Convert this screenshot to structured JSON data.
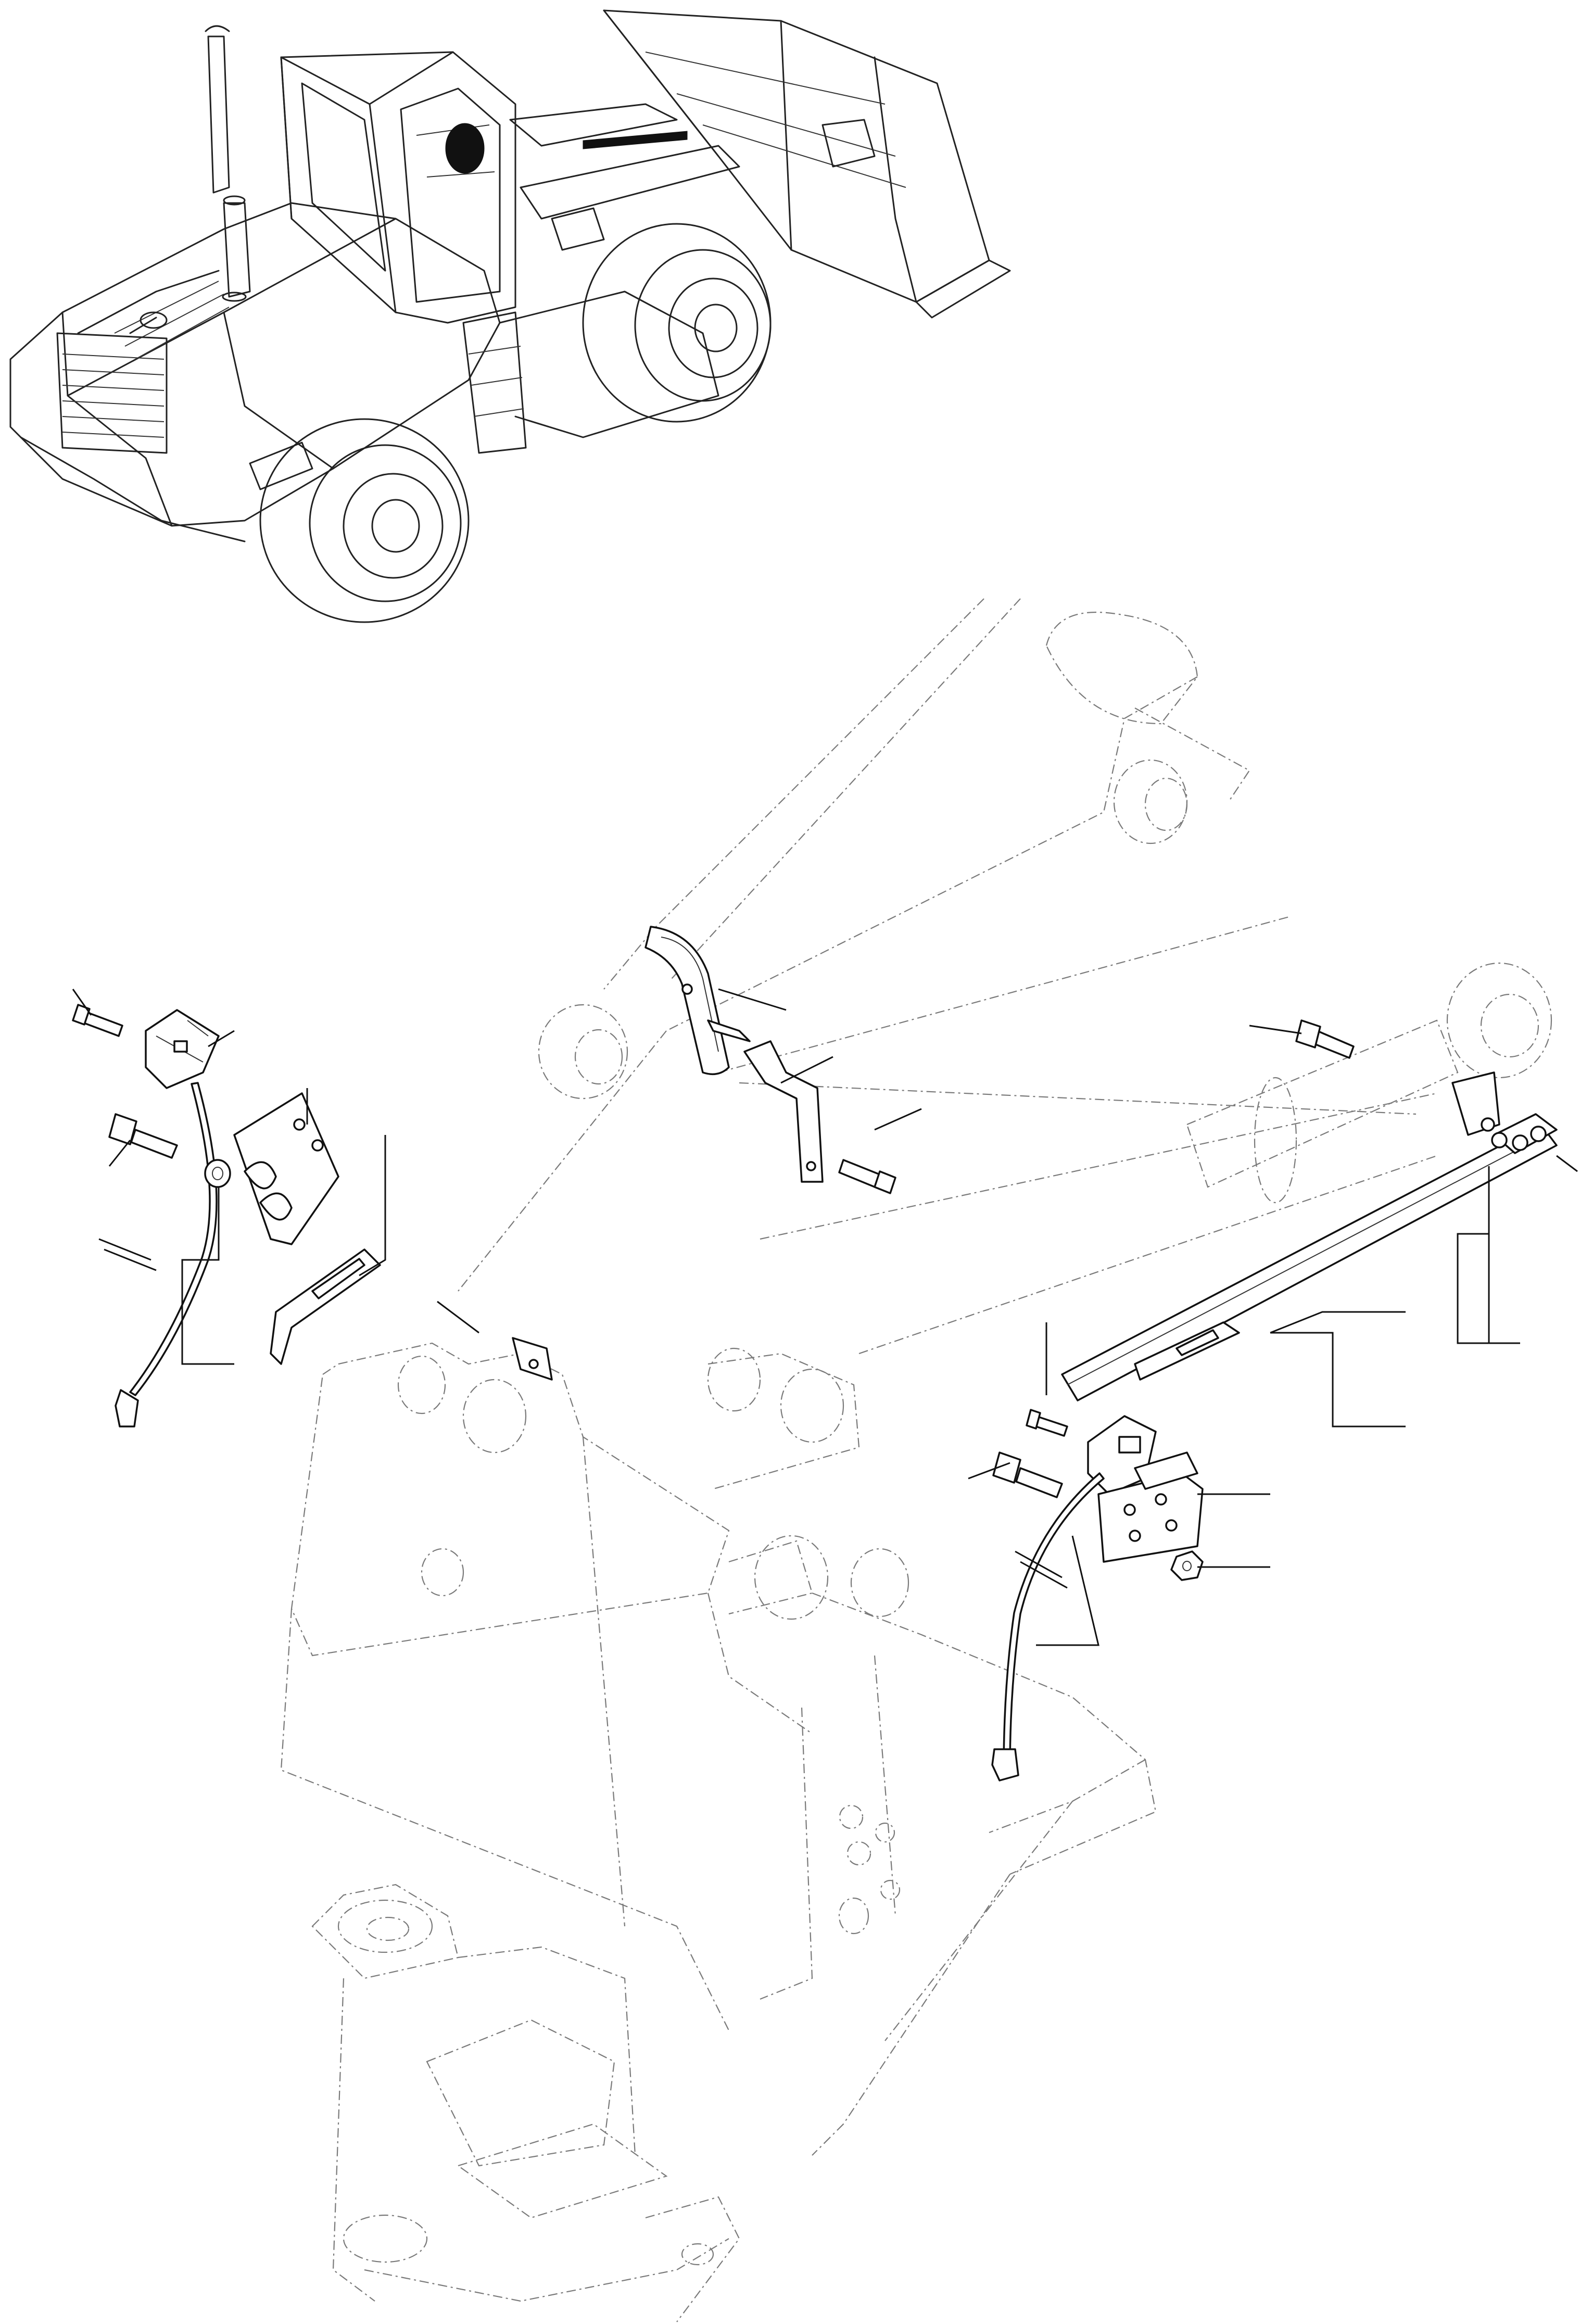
{
  "figure": {
    "type": "exploded parts diagram",
    "views": [
      "machine-location-view",
      "boom-detail-view"
    ],
    "callout_labels": []
  }
}
